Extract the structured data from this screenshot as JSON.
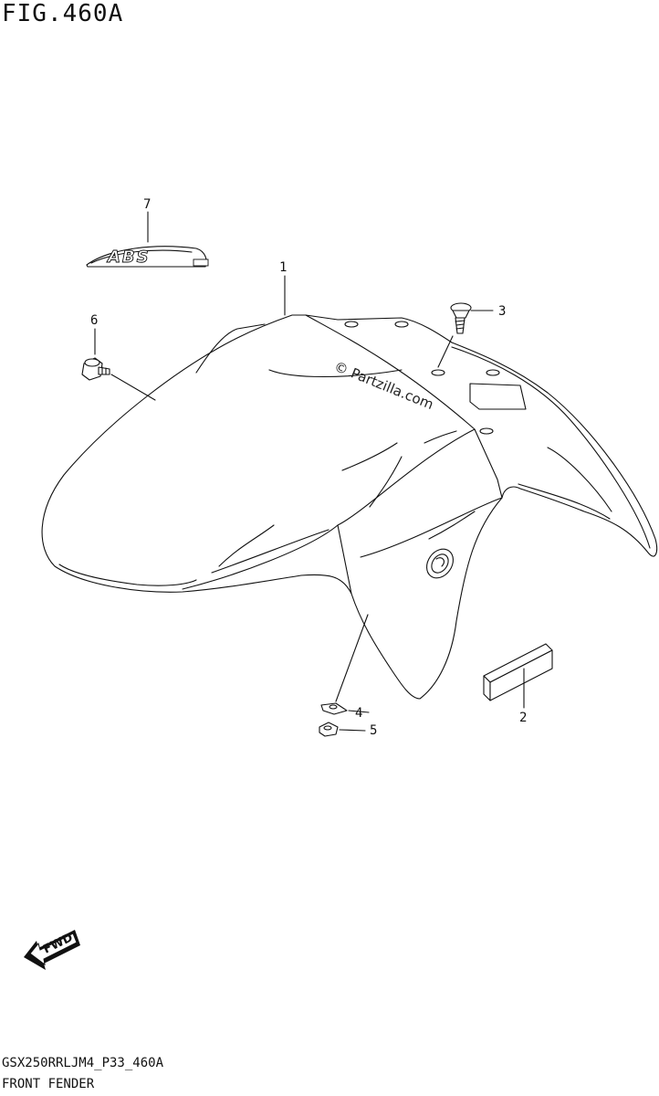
{
  "figure": {
    "title": "FIG.460A"
  },
  "footer": {
    "model_code": "GSX250RRLJM4_P33_460A",
    "section_name": "FRONT FENDER"
  },
  "watermark": "© Partzilla.com",
  "callouts": [
    {
      "number": "1",
      "part": "fender"
    },
    {
      "number": "2",
      "part": "label"
    },
    {
      "number": "3",
      "part": "screw"
    },
    {
      "number": "4",
      "part": "nut"
    },
    {
      "number": "5",
      "part": "nut"
    },
    {
      "number": "6",
      "part": "bolt"
    },
    {
      "number": "7",
      "part": "emblem"
    }
  ],
  "emblem_text": "ABS",
  "fwd_label": "FWD",
  "icons": [
    "fwd-arrow-icon",
    "abs-emblem-icon"
  ]
}
